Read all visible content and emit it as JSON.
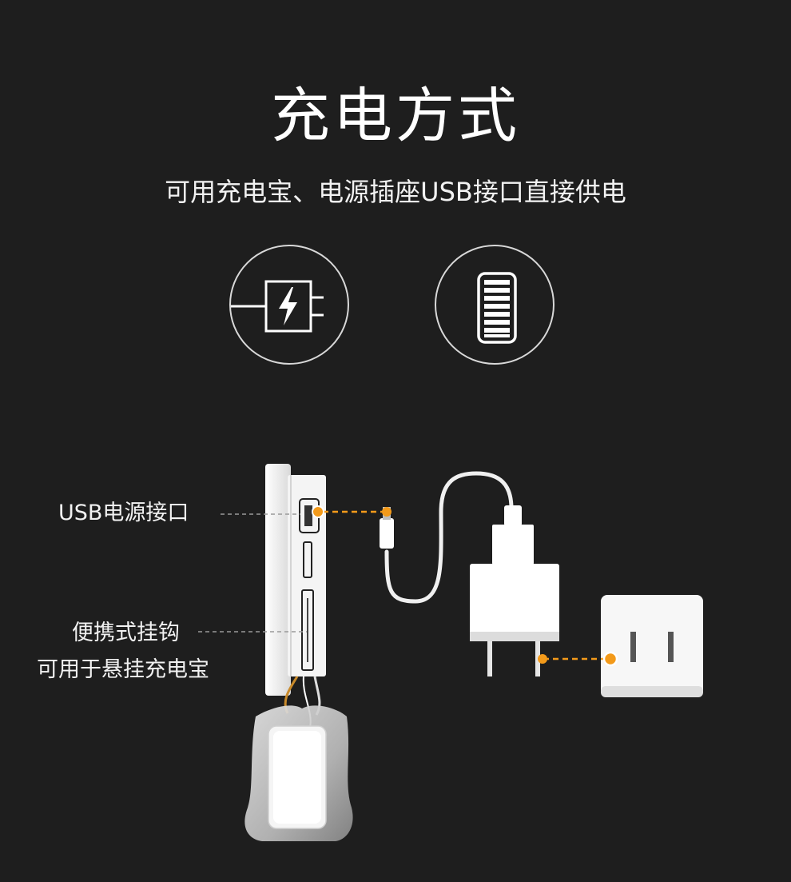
{
  "header": {
    "title": "充电方式",
    "subtitle": "可用充电宝、电源插座USB接口直接供电"
  },
  "icons": [
    {
      "name": "charger-plug-icon"
    },
    {
      "name": "power-bank-icon"
    }
  ],
  "callouts": {
    "usb_port": "USB电源接口",
    "hook_line1": "便携式挂钩",
    "hook_line2": "可用于悬挂充电宝"
  },
  "colors": {
    "background": "#1e1e1e",
    "accent": "#f39a1a",
    "foreground": "#ffffff"
  }
}
